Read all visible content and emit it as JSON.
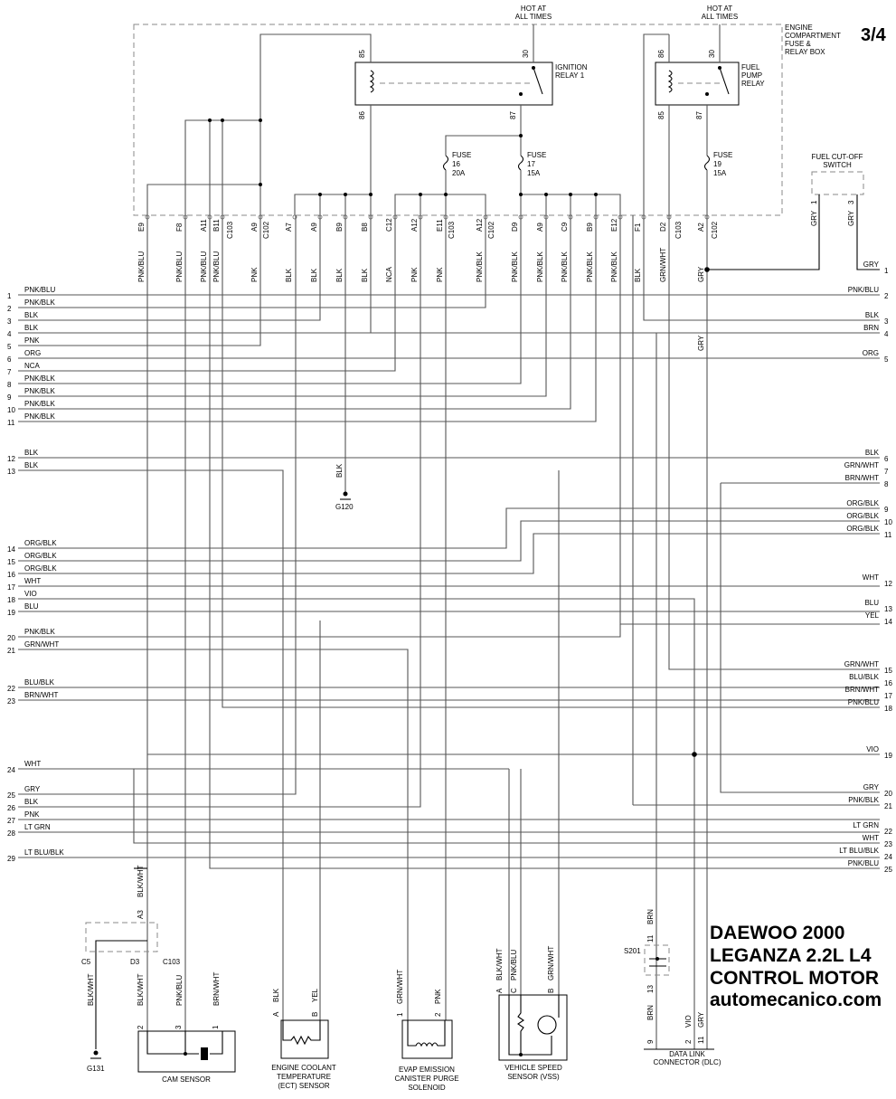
{
  "page_number": "3/4",
  "hot_label_line1": "HOT AT",
  "hot_label_line2": "ALL TIMES",
  "fuse_box": {
    "line1": "ENGINE",
    "line2": "COMPARTMENT",
    "line3": "FUSE &",
    "line4": "RELAY BOX"
  },
  "ignition_relay": {
    "name1": "IGNITION",
    "name2": "RELAY 1",
    "pins": [
      "85",
      "30",
      "86",
      "87"
    ]
  },
  "fuel_pump_relay": {
    "name1": "FUEL",
    "name2": "PUMP",
    "name3": "RELAY",
    "pins": [
      "86",
      "30",
      "85",
      "87"
    ]
  },
  "fuses": [
    {
      "name": "FUSE",
      "number": "16",
      "rating": "20A"
    },
    {
      "name": "FUSE",
      "number": "17",
      "rating": "15A"
    },
    {
      "name": "FUSE",
      "number": "19",
      "rating": "15A"
    }
  ],
  "fuel_cutoff": {
    "line1": "FUEL CUT-OFF",
    "line2": "SWITCH",
    "pins": [
      "1",
      "3"
    ],
    "wire": "GRY"
  },
  "terminals": [
    {
      "pin": "E9",
      "color": "PNK/BLU"
    },
    {
      "pin": "F8",
      "color": "PNK/BLU"
    },
    {
      "pin": "A11",
      "color": "PNK/BLU"
    },
    {
      "pin": "B11",
      "color": "PNK/BLU"
    },
    {
      "pin": "A9",
      "color": "PNK"
    },
    {
      "pin": "A7",
      "color": "BLK"
    },
    {
      "pin": "A9",
      "color": "BLK"
    },
    {
      "pin": "B9",
      "color": "BLK"
    },
    {
      "pin": "B8",
      "color": "BLK"
    },
    {
      "pin": "C12",
      "color": "NCA"
    },
    {
      "pin": "A12",
      "color": "PNK"
    },
    {
      "pin": "E11",
      "color": "PNK"
    },
    {
      "pin": "A12",
      "color": "PNK/BLK"
    },
    {
      "pin": "D9",
      "color": "PNK/BLK"
    },
    {
      "pin": "A9",
      "color": "PNK/BLK"
    },
    {
      "pin": "C9",
      "color": "PNK/BLK"
    },
    {
      "pin": "B9",
      "color": "PNK/BLK"
    },
    {
      "pin": "E12",
      "color": "PNK/BLK"
    },
    {
      "pin": "F1",
      "color": "BLK"
    },
    {
      "pin": "D2",
      "color": "GRN/WHT"
    },
    {
      "pin": "A2",
      "color": "GRY"
    }
  ],
  "connector_labels": [
    "C103",
    "C102",
    "C103",
    "C102",
    "C103",
    "C102",
    "C103"
  ],
  "left_wires": [
    {
      "n": "1",
      "c": "PNK/BLU"
    },
    {
      "n": "2",
      "c": "PNK/BLK"
    },
    {
      "n": "3",
      "c": "BLK"
    },
    {
      "n": "4",
      "c": "BLK"
    },
    {
      "n": "5",
      "c": "PNK"
    },
    {
      "n": "6",
      "c": "ORG"
    },
    {
      "n": "7",
      "c": "NCA"
    },
    {
      "n": "8",
      "c": "PNK/BLK"
    },
    {
      "n": "9",
      "c": "PNK/BLK"
    },
    {
      "n": "10",
      "c": "PNK/BLK"
    },
    {
      "n": "11",
      "c": "PNK/BLK"
    },
    {
      "n": "12",
      "c": "BLK"
    },
    {
      "n": "13",
      "c": "BLK"
    },
    {
      "n": "14",
      "c": "ORG/BLK"
    },
    {
      "n": "15",
      "c": "ORG/BLK"
    },
    {
      "n": "16",
      "c": "ORG/BLK"
    },
    {
      "n": "17",
      "c": "WHT"
    },
    {
      "n": "18",
      "c": "VIO"
    },
    {
      "n": "19",
      "c": "BLU"
    },
    {
      "n": "20",
      "c": "PNK/BLK"
    },
    {
      "n": "21",
      "c": "GRN/WHT"
    },
    {
      "n": "22",
      "c": "BLU/BLK"
    },
    {
      "n": "23",
      "c": "BRN/WHT"
    },
    {
      "n": "24",
      "c": "WHT"
    },
    {
      "n": "25",
      "c": "GRY"
    },
    {
      "n": "26",
      "c": "BLK"
    },
    {
      "n": "27",
      "c": "PNK"
    },
    {
      "n": "28",
      "c": "LT GRN"
    },
    {
      "n": "29",
      "c": "LT BLU/BLK"
    }
  ],
  "right_wires": [
    {
      "n": "1",
      "c": "GRY"
    },
    {
      "n": "2",
      "c": "PNK/BLU"
    },
    {
      "n": "3",
      "c": "BLK"
    },
    {
      "n": "4",
      "c": "BRN"
    },
    {
      "n": "5",
      "c": "ORG"
    },
    {
      "n": "6",
      "c": "BLK"
    },
    {
      "n": "7",
      "c": "GRN/WHT"
    },
    {
      "n": "8",
      "c": "BRN/WHT"
    },
    {
      "n": "9",
      "c": "ORG/BLK"
    },
    {
      "n": "10",
      "c": "ORG/BLK"
    },
    {
      "n": "11",
      "c": "ORG/BLK"
    },
    {
      "n": "12",
      "c": "WHT"
    },
    {
      "n": "13",
      "c": "BLU"
    },
    {
      "n": "14",
      "c": "YEL"
    },
    {
      "n": "15",
      "c": "GRN/WHT"
    },
    {
      "n": "16",
      "c": "BLU/BLK"
    },
    {
      "n": "17",
      "c": "BRN/WHT"
    },
    {
      "n": "18",
      "c": "PNK/BLU"
    },
    {
      "n": "19",
      "c": "VIO"
    },
    {
      "n": "20",
      "c": "GRY"
    },
    {
      "n": "21",
      "c": "PNK/BLK"
    },
    {
      "n": "22",
      "c": "LT GRN"
    },
    {
      "n": "23",
      "c": "WHT"
    },
    {
      "n": "24",
      "c": "LT BLU/BLK"
    },
    {
      "n": "25",
      "c": "PNK/BLU"
    }
  ],
  "ground_g120": {
    "wire": "BLK",
    "name": "G120"
  },
  "ground_g131": {
    "name": "G131"
  },
  "mid_gry": "GRY",
  "cam_sensor": {
    "name": "CAM SENSOR",
    "conn_top_pin": "A3",
    "conn_top_wire": "BLK/WHT",
    "c5": "C5",
    "d3": "D3",
    "conn": "C103",
    "wires": [
      "BLK/WHT",
      "BLK/WHT",
      "PNK/BLU",
      "BRN/WHT"
    ],
    "pins": [
      "2",
      "3",
      "1"
    ]
  },
  "ect_sensor": {
    "line1": "ENGINE COOLANT",
    "line2": "TEMPERATURE",
    "line3": "(ECT) SENSOR",
    "pins": [
      "A",
      "B"
    ],
    "wires": [
      "BLK",
      "YEL"
    ]
  },
  "evap": {
    "line1": "EVAP EMISSION",
    "line2": "CANISTER PURGE",
    "line3": "SOLENOID",
    "pins": [
      "1",
      "2"
    ],
    "wires": [
      "GRN/WHT",
      "PNK"
    ]
  },
  "vss": {
    "line1": "VEHICLE SPEED",
    "line2": "SENSOR (VSS)",
    "pins": [
      "A",
      "C",
      "B"
    ],
    "wires": [
      "BLK/WHT",
      "PNK/BLU",
      "GRN/WHT"
    ]
  },
  "dlc": {
    "line1": "DATA LINK",
    "line2": "CONNECTOR (DLC)",
    "splice": "S201",
    "splice_pins": [
      "11",
      "13"
    ],
    "pins": [
      "9",
      "2",
      "11"
    ],
    "wires": [
      "BRN",
      "BRN",
      "VIO",
      "GRY"
    ]
  },
  "title": {
    "line1": "DAEWOO 2000",
    "line2": "LEGANZA 2.2L L4",
    "line3": "CONTROL MOTOR",
    "line4": "automecanico.com"
  }
}
